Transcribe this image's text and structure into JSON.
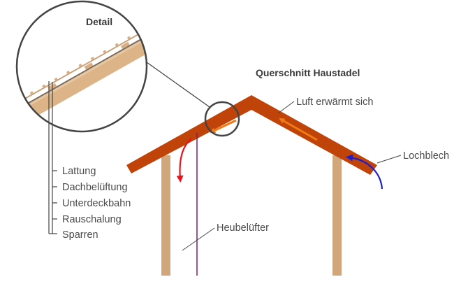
{
  "title": "Querschnitt Haustadel",
  "detail": {
    "label": "Detail",
    "layers": [
      "Lattung",
      "Dachbelüftung",
      "Unterdeckbahn",
      "Rauschalung",
      "Sparren"
    ]
  },
  "callouts": {
    "warm_air": "Luft erwärmt sich",
    "perforated_sheet": "Lochblech",
    "hay_ventilator": "Heubelüfter"
  },
  "colors": {
    "roof": "#c0430a",
    "post": "#d0a67a",
    "arrow_air": "#f07a15",
    "arrow_down": "#e8141b",
    "arrow_in": "#1f1fc8",
    "ventilator_pipe": "#7a1e6e",
    "ring": "#444444"
  }
}
